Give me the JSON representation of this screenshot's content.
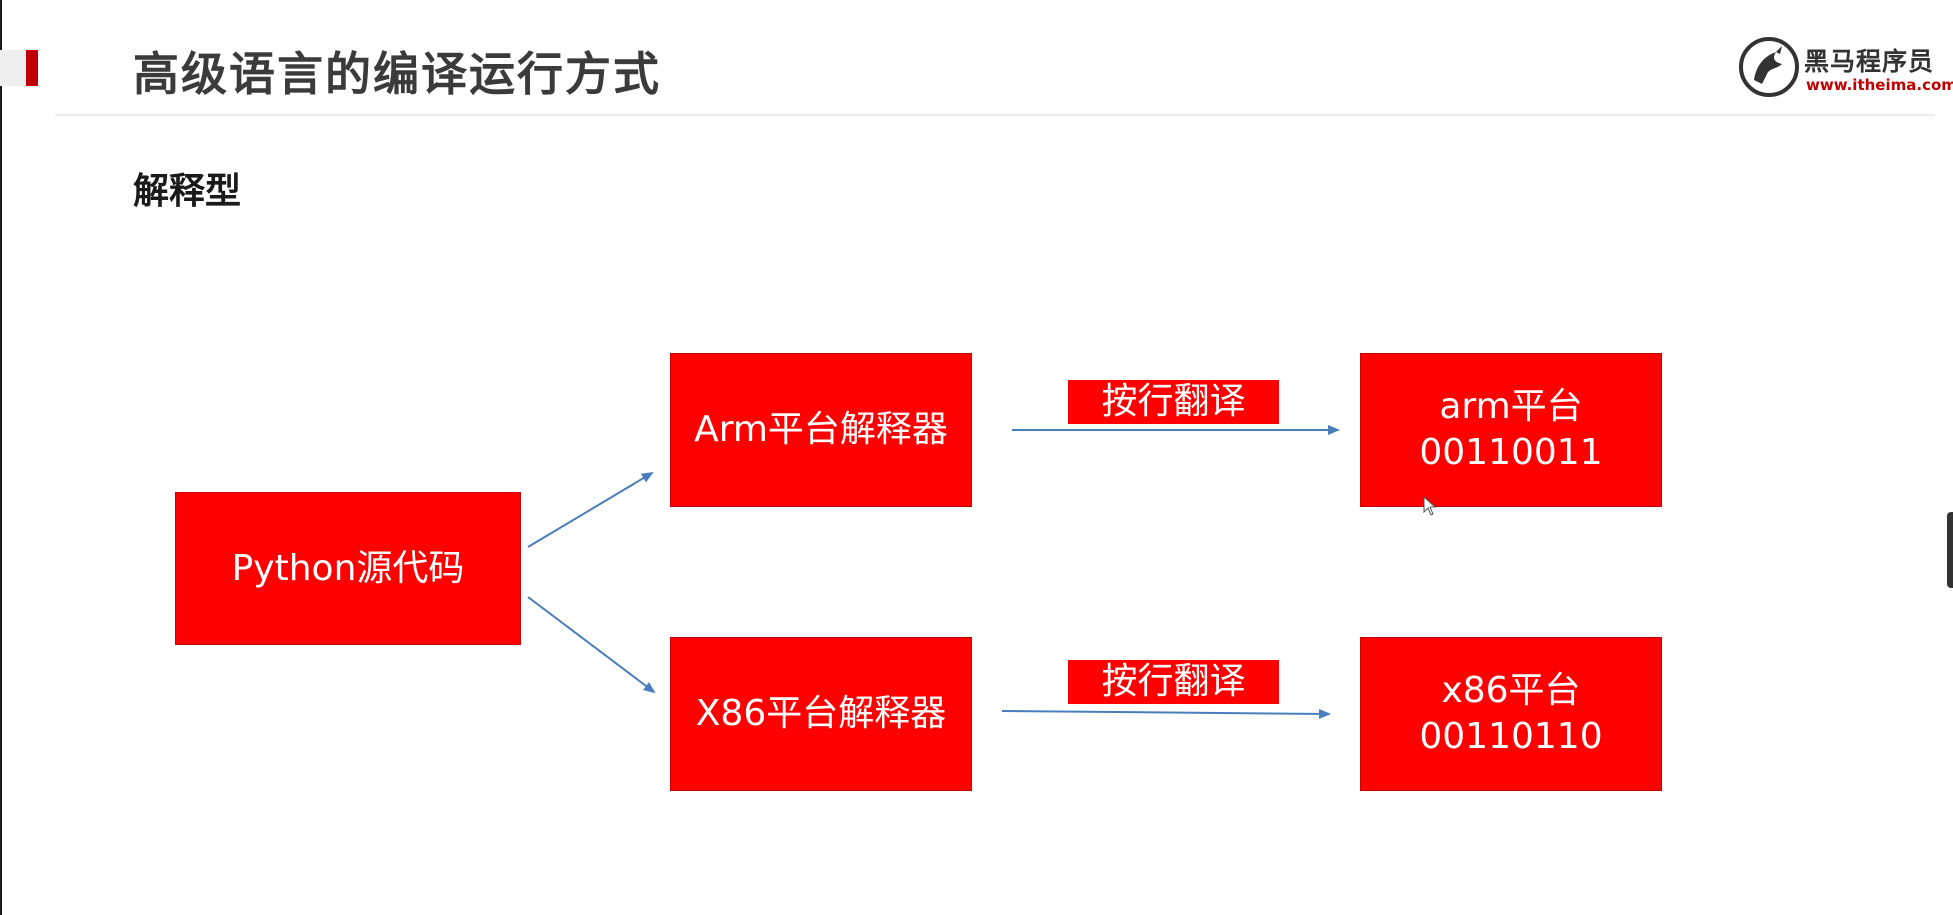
{
  "slide": {
    "title": "高级语言的编译运行方式",
    "subtitle": "解释型"
  },
  "logo": {
    "name": "黑马程序员",
    "url": "www.itheima.com"
  },
  "diagram": {
    "source": "Python源代码",
    "interpreters": [
      {
        "label": "Arm平台解释器",
        "edge_label": "按行翻译",
        "target_line1": "arm平台",
        "target_line2": "00110011"
      },
      {
        "label": "X86平台解释器",
        "edge_label": "按行翻译",
        "target_line1": "x86平台",
        "target_line2": "00110110"
      }
    ]
  },
  "colors": {
    "box_fill": "#ff0000",
    "box_text": "#ffffff",
    "arrow": "#4a7ebb",
    "title_accent": "#c00000"
  }
}
